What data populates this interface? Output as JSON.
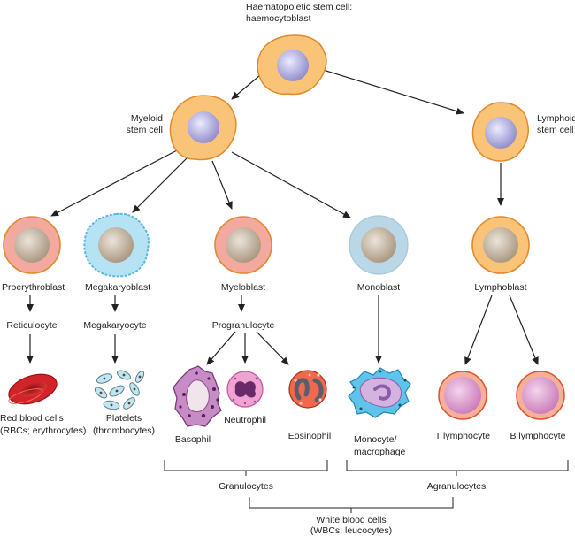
{
  "colors": {
    "stem_fill": "#f9c478",
    "stem_stroke": "#e0892e",
    "nucleus_purple": "#a9a8dc",
    "nucleus_grey": "#c9b9a6",
    "pink_fill": "#f4a99f",
    "blue_fill": "#b6e3f3",
    "blue_stroke": "#5ab8e0",
    "mono_fill": "#b9d7e7",
    "rbc_red": "#d3232a",
    "lymph_fill": "#f5b09a",
    "lymph_nucleus": "#d893c9",
    "baso_purple": "#b06bb0",
    "neutro_pink": "#e98bc4",
    "eos_red": "#ef6a4c",
    "mono_purple": "#c7a9d9",
    "line": "#222222"
  },
  "labels": {
    "hsc_line1": "Haematopoietic stem cell:",
    "hsc_line2": "haemocytoblast",
    "myeloid_line1": "Myeloid",
    "myeloid_line2": "stem cell",
    "lymphoid_line1": "Lymphoid",
    "lymphoid_line2": "stem cell",
    "proerythroblast": "Proerythroblast",
    "megakaryoblast": "Megakaryoblast",
    "myeloblast": "Myeloblast",
    "monoblast": "Monoblast",
    "lymphoblast": "Lymphoblast",
    "reticulocyte": "Reticulocyte",
    "megakaryocyte": "Megakaryocyte",
    "progranulocyte": "Progranulocyte",
    "rbc_line1": "Red blood cells",
    "rbc_line2": "(RBCs; erythrocytes)",
    "platelets_line1": "Platelets",
    "platelets_line2": "(thrombocytes)",
    "basophil": "Basophil",
    "neutrophil": "Neutrophil",
    "eosinophil": "Eosinophil",
    "monocyte_line1": "Monocyte/",
    "monocyte_line2": "macrophage",
    "t_lymphocyte": "T lymphocyte",
    "b_lymphocyte": "B lymphocyte",
    "granulocytes": "Granulocytes",
    "agranulocytes": "Agranulocytes",
    "wbc_line1": "White blood cells",
    "wbc_line2": "(WBCs; leucocytes)"
  }
}
